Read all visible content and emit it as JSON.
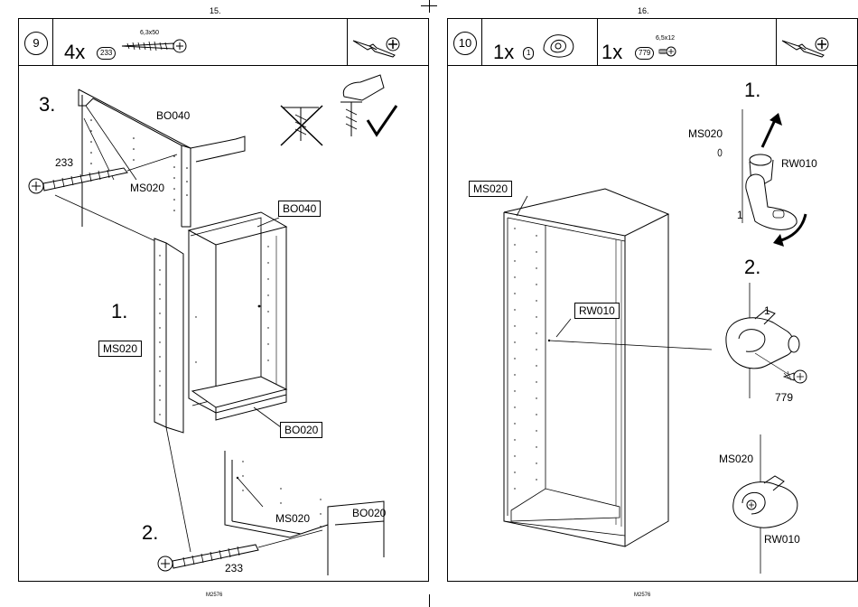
{
  "left_page": {
    "page_number": "15.",
    "footer_code": "M2576",
    "step_number": "9",
    "quantity": "4x",
    "part_code": "233",
    "part_size": "6,3x50",
    "substeps": [
      "3.",
      "1.",
      "2."
    ],
    "labels": {
      "bo040_top": "BO040",
      "ms020_top": "MS020",
      "screw_233_top": "233",
      "bo040_box": "BO040",
      "ms020_box": "MS020",
      "bo020_box": "BO020",
      "ms020_bottom": "MS020",
      "bo020_bottom": "BO020",
      "screw_233_bottom": "233"
    }
  },
  "right_page": {
    "page_number": "16.",
    "footer_code": "M2576",
    "step_number": "10",
    "quantity_1": "1x",
    "part_code_1": "1",
    "quantity_2": "1x",
    "part_code_2": "779",
    "part_size_2": "6,5x12",
    "substeps": [
      "1.",
      "2."
    ],
    "labels": {
      "ms020_box": "MS020",
      "rw010_box": "RW010",
      "ms020_detail1": "MS020",
      "rw010_detail1": "RW010",
      "part1_detail1": "1",
      "part1_detail2": "1",
      "screw_779": "779",
      "ms020_detail3": "MS020",
      "rw010_detail3": "RW010"
    }
  },
  "icons": [
    "screwdriver-icon",
    "phillips-bit-icon",
    "no-hammer-icon",
    "check-icon",
    "hand-press-icon"
  ]
}
